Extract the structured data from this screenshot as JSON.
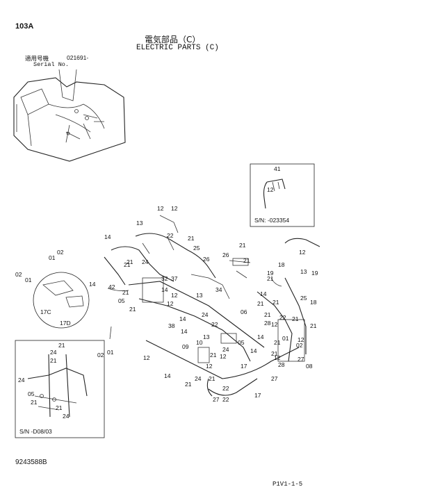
{
  "header": {
    "page_code": "103A",
    "title_jp": "電気部品（C）",
    "title_en": "ELECTRIC PARTS (C)",
    "applicable_jp": "適用号機",
    "serial_from": "021691-",
    "serial_label": "Serial No."
  },
  "inset_top": {
    "sn": "S/N: -023354",
    "labels": [
      "41",
      "12"
    ]
  },
  "inset_bottom": {
    "sn": "S/N   -D08/03",
    "labels": [
      "21",
      "24",
      "21",
      "24",
      "05",
      "21",
      "21",
      "24"
    ]
  },
  "detail": {
    "labels": [
      "17C",
      "17D"
    ]
  },
  "part_labels": [
    "12",
    "12",
    "13",
    "14",
    "01",
    "02",
    "02",
    "01",
    "14",
    "21",
    "22",
    "21",
    "25",
    "26",
    "21",
    "26",
    "21",
    "18",
    "19",
    "13",
    "19",
    "12",
    "14",
    "21",
    "25",
    "18",
    "21",
    "21",
    "24",
    "42",
    "05",
    "21",
    "32",
    "37",
    "14",
    "12",
    "34",
    "13",
    "12",
    "21",
    "14",
    "22",
    "21",
    "06",
    "21",
    "12",
    "22",
    "21",
    "28",
    "21",
    "01",
    "02",
    "13",
    "21",
    "12",
    "38",
    "24",
    "14",
    "17",
    "05",
    "14",
    "21",
    "12",
    "21",
    "27",
    "08",
    "02",
    "01",
    "14",
    "12",
    "09",
    "10",
    "24",
    "12",
    "21",
    "27",
    "21",
    "22",
    "17",
    "24",
    "28",
    "12",
    "27",
    "14",
    "22"
  ],
  "footer": {
    "doc_no": "9243588B",
    "page_ref": "P1V1-1-5"
  }
}
